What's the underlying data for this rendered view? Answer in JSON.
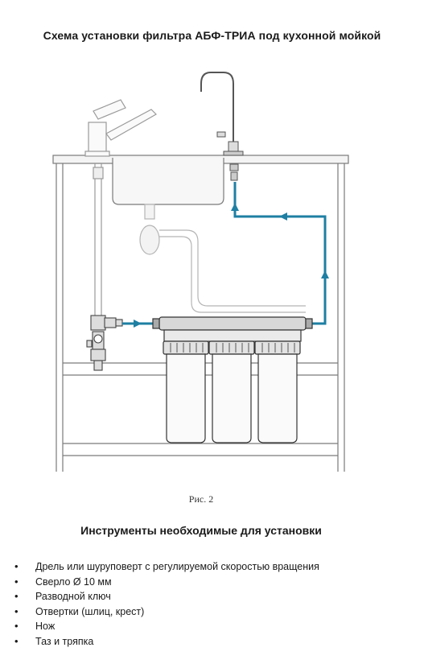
{
  "header": {
    "title": "Схема установки фильтра АБФ-ТРИА под кухонной мойкой"
  },
  "figure": {
    "caption": "Рис. 2"
  },
  "tools": {
    "title": "Инструменты необходимые для установки",
    "bullet": "•",
    "items": [
      "Дрель или шуруповерт с регулируемой скоростью вращения",
      "Сверло Ø 10 мм",
      "Разводной ключ",
      "Отвертки (шлиц, крест)",
      "Нож",
      "Таз и тряпка"
    ]
  },
  "colors": {
    "flow": "#1e7fa3",
    "line": "#7a7a7a",
    "light": "#bdbdbd"
  }
}
